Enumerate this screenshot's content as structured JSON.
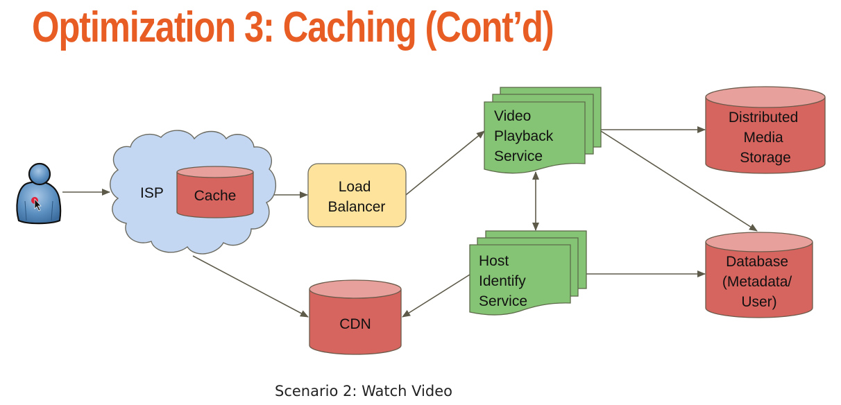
{
  "slide": {
    "title": "Optimization 3: Caching (Cont’d)",
    "caption": "Scenario 2: Watch Video"
  },
  "colors": {
    "title": "#e85d24",
    "cloud_fill": "#c3d7f3",
    "db_fill": "#d6645f",
    "db_top": "#e8a09c",
    "service_fill": "#85c474",
    "lb_fill": "#fde39c",
    "stroke": "#5d5a4a",
    "user_fill": "#5b8fc0"
  },
  "diagram": {
    "nodes": {
      "user": {
        "label": "",
        "icon": "user-icon"
      },
      "isp": {
        "label": "ISP"
      },
      "cache": {
        "label": "Cache"
      },
      "load_balancer": {
        "lines": [
          "Load",
          "Balancer"
        ]
      },
      "video_playback": {
        "lines": [
          "Video",
          "Playback",
          "Service"
        ]
      },
      "host_identify": {
        "lines": [
          "Host",
          "Identify",
          "Service"
        ]
      },
      "media_storage": {
        "lines": [
          "Distributed",
          "Media",
          "Storage"
        ]
      },
      "database": {
        "lines": [
          "Database",
          "(Metadata/",
          "User)"
        ]
      },
      "cdn": {
        "label": "CDN"
      }
    },
    "edges": [
      {
        "from": "user",
        "to": "isp"
      },
      {
        "from": "isp",
        "to": "load_balancer"
      },
      {
        "from": "load_balancer",
        "to": "video_playback"
      },
      {
        "from": "video_playback",
        "to": "media_storage"
      },
      {
        "from": "video_playback",
        "to": "database"
      },
      {
        "from": "video_playback",
        "to": "host_identify",
        "bidirectional": true
      },
      {
        "from": "host_identify",
        "to": "database"
      },
      {
        "from": "host_identify",
        "to": "cdn"
      },
      {
        "from": "isp",
        "to": "cdn"
      }
    ]
  }
}
